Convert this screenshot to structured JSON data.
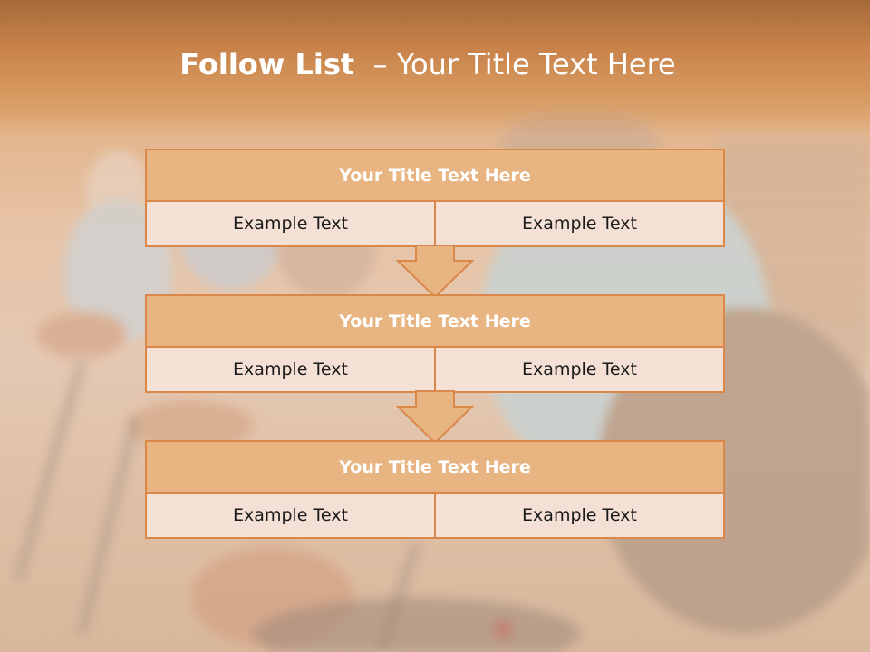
{
  "slide": {
    "title_main": "Follow List",
    "title_rest": "  – Your Title Text Here",
    "colors": {
      "accent": "#d9884a",
      "title_fill": "#e7b482",
      "cell_fill": "#f4e0d4"
    }
  },
  "boxes": [
    {
      "title": "Your Title Text Here",
      "left": "Example Text",
      "right": "Example Text"
    },
    {
      "title": "Your Title Text Here",
      "left": "Example Text",
      "right": "Example Text"
    },
    {
      "title": "Your Title Text Here",
      "left": "Example Text",
      "right": "Example Text"
    }
  ],
  "icons": {
    "arrow": "down-arrow-icon"
  }
}
